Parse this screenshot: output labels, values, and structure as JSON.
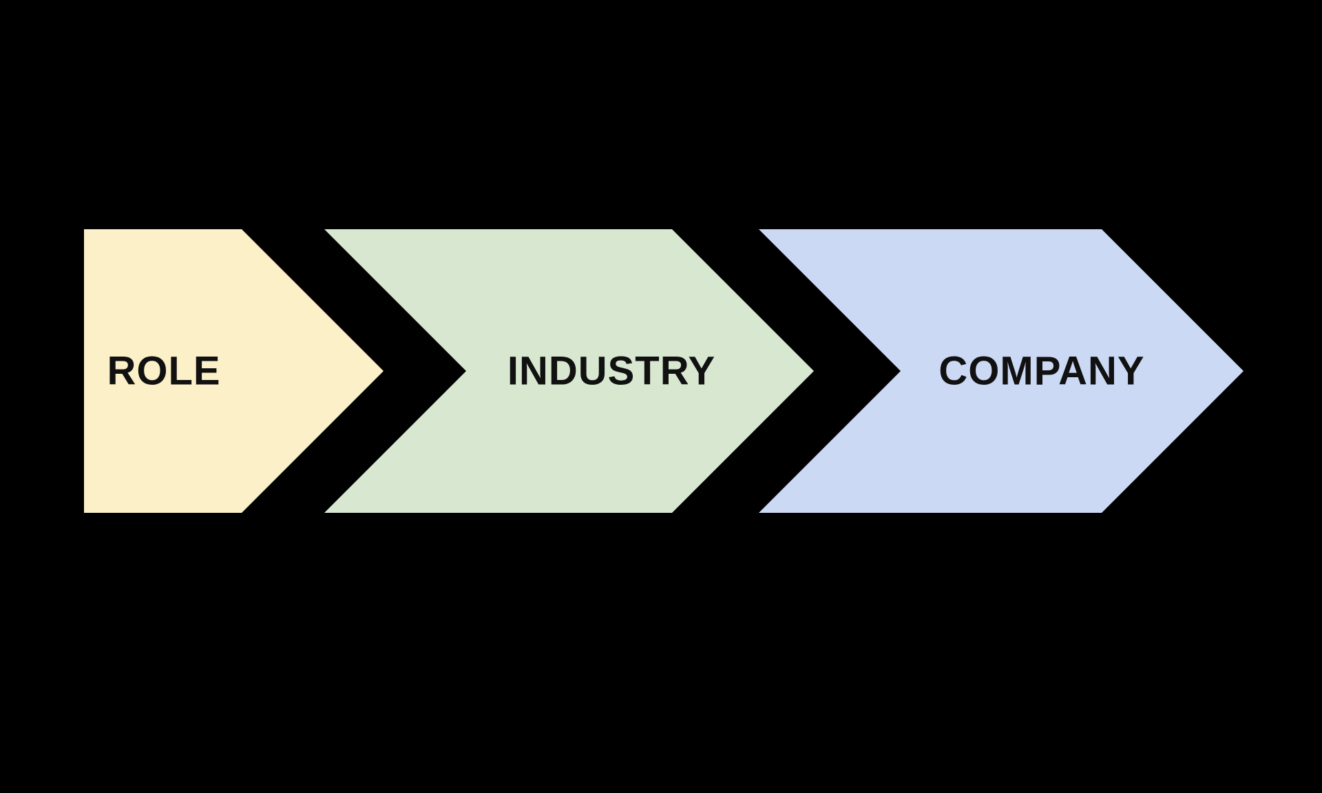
{
  "diagram": {
    "title": "process-flow-chevrons",
    "background_color": "#000000",
    "text_color": "#111111",
    "steps": [
      {
        "label": "ROLE",
        "color": "#fcf0c8"
      },
      {
        "label": "INDUSTRY",
        "color": "#d8e8d0"
      },
      {
        "label": "COMPANY",
        "color": "#cbd9f5"
      }
    ]
  }
}
